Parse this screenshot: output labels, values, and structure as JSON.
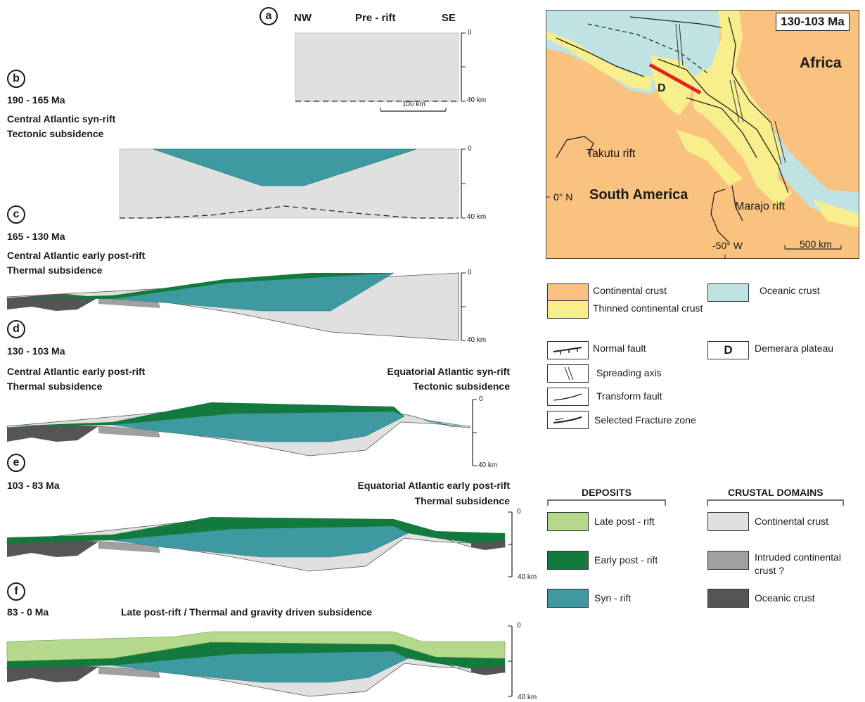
{
  "panels": {
    "a": {
      "letter": "a",
      "nw": "NW",
      "title": "Pre - rift",
      "se": "SE",
      "scale_bar": "100 km",
      "axis_top": "0",
      "axis_bottom": "40 km"
    },
    "b": {
      "letter": "b",
      "age": "190 - 165 Ma",
      "line1": "Central Atlantic syn-rift",
      "line2": "Tectonic subsidence",
      "axis_top": "0",
      "axis_bottom": "40 km"
    },
    "c": {
      "letter": "c",
      "age": "165 - 130 Ma",
      "line1": "Central Atlantic early post-rift",
      "line2": "Thermal subsidence",
      "axis_top": "0",
      "axis_bottom": "40 km"
    },
    "d": {
      "letter": "d",
      "age": "130 - 103 Ma",
      "left1": "Central Atlantic early post-rift",
      "left2": "Thermal subsidence",
      "right1": "Equatorial Atlantic syn-rift",
      "right2": "Tectonic subsidence",
      "axis_top": "0",
      "axis_bottom": "40 km"
    },
    "e": {
      "letter": "e",
      "age": "103 - 83 Ma",
      "right1": "Equatorial Atlantic early post-rift",
      "right2": "Thermal subsidence",
      "axis_top": "0",
      "axis_bottom": "40 km"
    },
    "f": {
      "letter": "f",
      "age": "83 - 0 Ma",
      "title": "Late post-rift / Thermal and gravity driven subsidence",
      "axis_top": "0",
      "axis_bottom": "40 km"
    }
  },
  "map": {
    "age_box": "130-103 Ma",
    "africa": "Africa",
    "south_america": "South America",
    "takutu": "Takutu rift",
    "marajo": "Marajo rift",
    "plateau_letter": "D",
    "lat": "0° N",
    "lon": "-50° W",
    "scale": "500 km"
  },
  "map_legend": {
    "continental": "Continental crust",
    "oceanic": "Oceanic crust",
    "thinned": "Thinned continental crust",
    "normal_fault": "Normal fault",
    "demerara_letter": "D",
    "demerara": "Demerara plateau",
    "spreading": "Spreading axis",
    "transform": "Transform fault",
    "fracture": "Selected Fracture zone"
  },
  "deposits_legend": {
    "header": "DEPOSITS",
    "late": "Late post - rift",
    "early": "Early post - rift",
    "syn": "Syn - rift"
  },
  "crustal_legend": {
    "header": "CRUSTAL DOMAINS",
    "continental": "Continental crust",
    "intruded": "Intruded continental crust ?",
    "oceanic": "Oceanic crust"
  },
  "colors": {
    "continental_crust": "#e0e0e0",
    "intruded_crust": "#a0a0a0",
    "oceanic_crust": "#555555",
    "syn_rift": "#3e9aa0",
    "early_post_rift": "#117a3c",
    "late_post_rift": "#b4d98a",
    "map_continent": "#f9c27e",
    "map_thinned": "#f8ef8c",
    "map_ocean": "#bfe2e2"
  }
}
